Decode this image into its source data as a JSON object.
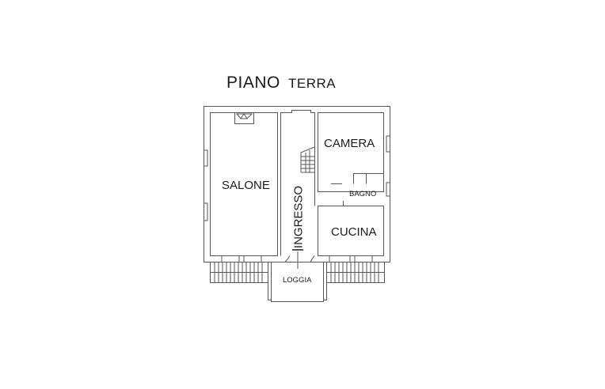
{
  "title": {
    "part1": "PIANO",
    "part2": "TERRA"
  },
  "rooms": {
    "salone": "SALONE",
    "ingresso": "INGRESSO",
    "camera": "CAMERA",
    "bagno": "BAGNO",
    "cucina": "CUCINA",
    "loggia": "LOGGIA"
  },
  "colors": {
    "line": "#555555",
    "text": "#1a1a1a",
    "background": "#ffffff"
  }
}
